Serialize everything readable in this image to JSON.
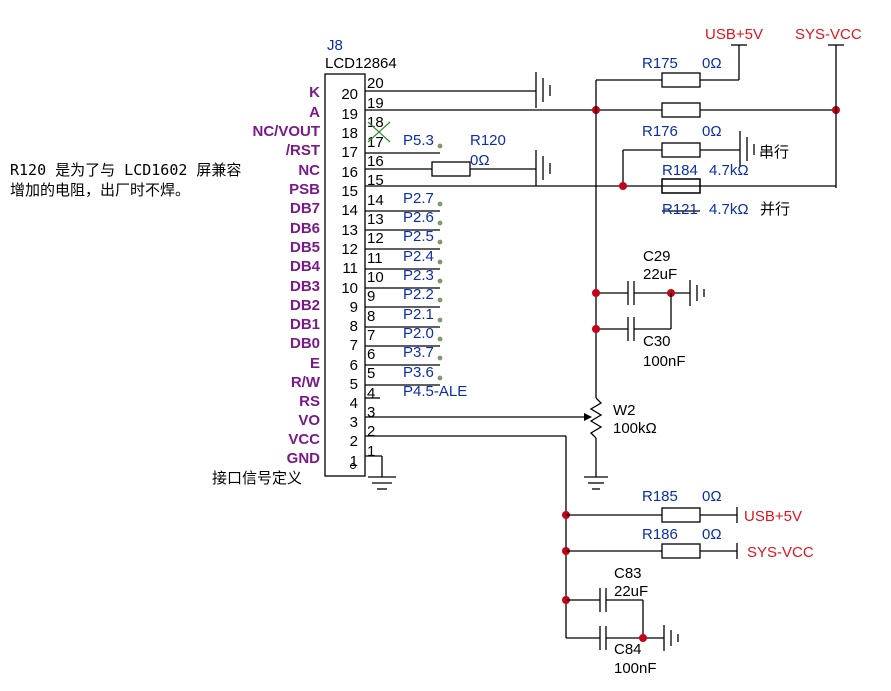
{
  "connector": {
    "ref": "J8",
    "part": "LCD12864",
    "caption": "接口信号定义",
    "pins": [
      {
        "num": "20",
        "sig": "K",
        "net": ""
      },
      {
        "num": "19",
        "sig": "A",
        "net": ""
      },
      {
        "num": "18",
        "sig": "NC/VOUT",
        "net": ""
      },
      {
        "num": "17",
        "sig": "/RST",
        "net": "P5.3"
      },
      {
        "num": "16",
        "sig": "NC",
        "net": ""
      },
      {
        "num": "15",
        "sig": "PSB",
        "net": ""
      },
      {
        "num": "14",
        "sig": "DB7",
        "net": "P2.7"
      },
      {
        "num": "13",
        "sig": "DB6",
        "net": "P2.6"
      },
      {
        "num": "12",
        "sig": "DB5",
        "net": "P2.5"
      },
      {
        "num": "11",
        "sig": "DB4",
        "net": "P2.4"
      },
      {
        "num": "10",
        "sig": "DB3",
        "net": "P2.3"
      },
      {
        "num": "9",
        "sig": "DB2",
        "net": "P2.2"
      },
      {
        "num": "8",
        "sig": "DB1",
        "net": "P2.1"
      },
      {
        "num": "7",
        "sig": "DB0",
        "net": "P2.0"
      },
      {
        "num": "6",
        "sig": "E",
        "net": "P3.7"
      },
      {
        "num": "5",
        "sig": "R/W",
        "net": "P3.6"
      },
      {
        "num": "4",
        "sig": "RS",
        "net": "P4.5-ALE"
      },
      {
        "num": "3",
        "sig": "VO",
        "net": ""
      },
      {
        "num": "2",
        "sig": "VCC",
        "net": ""
      },
      {
        "num": "1",
        "sig": "GND",
        "net": ""
      }
    ]
  },
  "note": {
    "line1": "R120 是为了与 LCD1602 屏兼容",
    "line2": "增加的电阻，出厂时不焊。"
  },
  "components": {
    "r175": {
      "ref": "R175",
      "val": "0Ω"
    },
    "r176": {
      "ref": "R176",
      "val": "0Ω"
    },
    "r184": {
      "ref": "R184",
      "val": "4.7kΩ"
    },
    "r121": {
      "ref": "R121",
      "val": "4.7kΩ"
    },
    "r120": {
      "ref": "R120",
      "val": "0Ω"
    },
    "c29": {
      "ref": "C29",
      "val": "22uF"
    },
    "c30": {
      "ref": "C30",
      "val": "100nF"
    },
    "w2": {
      "ref": "W2",
      "val": "100kΩ"
    },
    "r185": {
      "ref": "R185",
      "val": "0Ω"
    },
    "r186": {
      "ref": "R186",
      "val": "0Ω"
    },
    "c83": {
      "ref": "C83",
      "val": "22uF"
    },
    "c84": {
      "ref": "C84",
      "val": "100nF"
    }
  },
  "labels": {
    "serial": "串行",
    "parallel": "并行",
    "usb5v_top": "USB+5V",
    "sysvcc_top": "SYS-VCC",
    "usb5v_bottom": "USB+5V",
    "sysvcc_bottom": "SYS-VCC"
  },
  "colors": {
    "wire": "#000000",
    "pin_name": "#7a1a8a",
    "component_text": "#0b2fa8",
    "power_label": "#e0141e",
    "junction": "#c8001a"
  }
}
